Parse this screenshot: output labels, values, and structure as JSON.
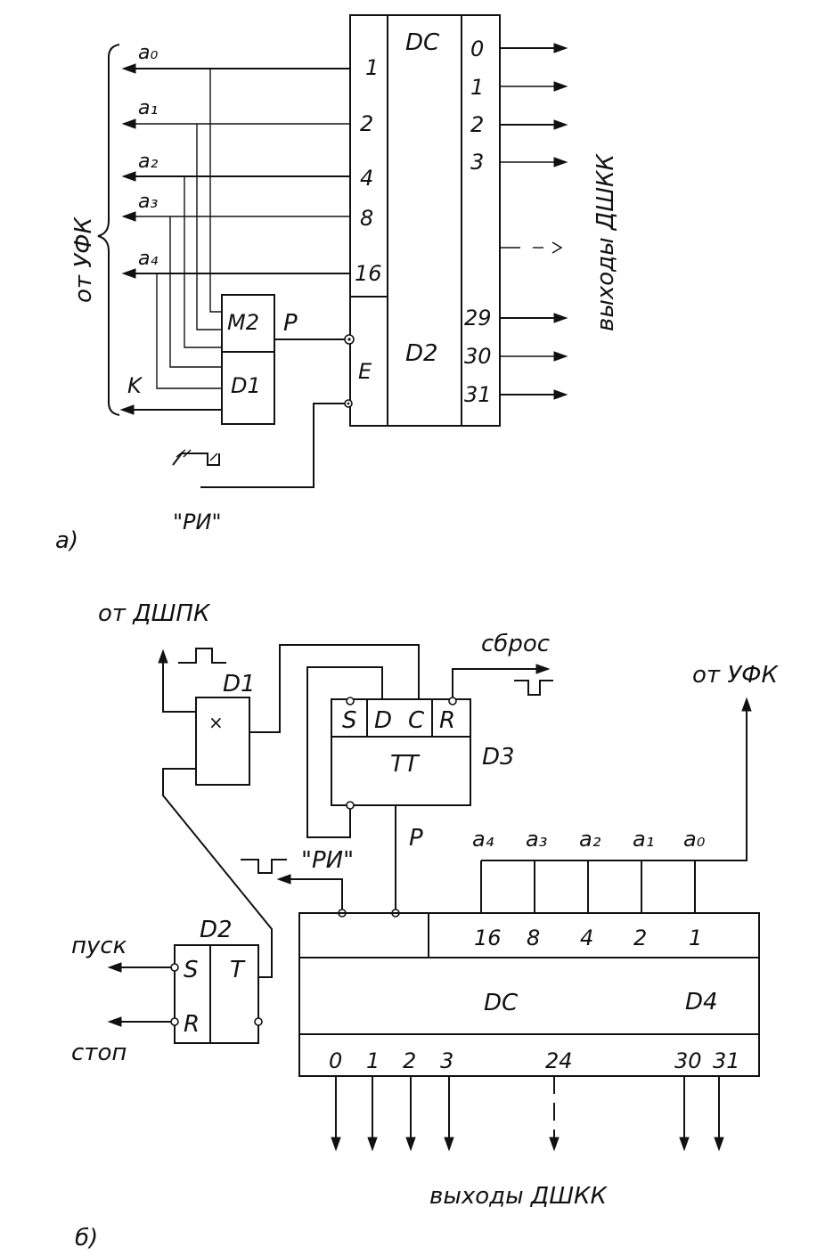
{
  "a": {
    "source_group_label": "от УФК",
    "address_lines": [
      "a₀",
      "a₁",
      "a₂",
      "a₃",
      "a₄"
    ],
    "dc_inputs": [
      "1",
      "2",
      "4",
      "8",
      "16"
    ],
    "dc_enable": "E",
    "dc_title": "DC",
    "dc_ref": "D2",
    "m2_label": "M2",
    "d1_label": "D1",
    "p_label": "P",
    "k_label": "K",
    "ri_label": "\"РИ\"",
    "outputs": [
      "0",
      "1",
      "2",
      "3",
      "29",
      "30",
      "31"
    ],
    "outputs_label": "выходы ДШКК",
    "caption": "а)"
  },
  "b": {
    "from_dshpk": "от ДШПК",
    "d1_ref": "D1",
    "d1_symbol": "×",
    "d3_cells": [
      "S",
      "D",
      "C",
      "R"
    ],
    "d3_title": "TT",
    "d3_ref": "D3",
    "reset_label": "сброс",
    "from_ufk": "от УФК",
    "address_lines": [
      "a₄",
      "a₃",
      "a₂",
      "a₁",
      "a₀"
    ],
    "dc_weights": [
      "16",
      "8",
      "4",
      "2",
      "1"
    ],
    "p_label": "P",
    "ri_label": "\"РИ\"",
    "d2_ref": "D2",
    "d2_cells": [
      "S",
      "R",
      "T"
    ],
    "start_label": "пуск",
    "stop_label": "стоп",
    "dc_title": "DC",
    "dc_ref": "D4",
    "outputs": [
      "0",
      "1",
      "2",
      "3",
      "24",
      "30",
      "31"
    ],
    "outputs_label": "выходы ДШКК",
    "caption": "б)"
  }
}
